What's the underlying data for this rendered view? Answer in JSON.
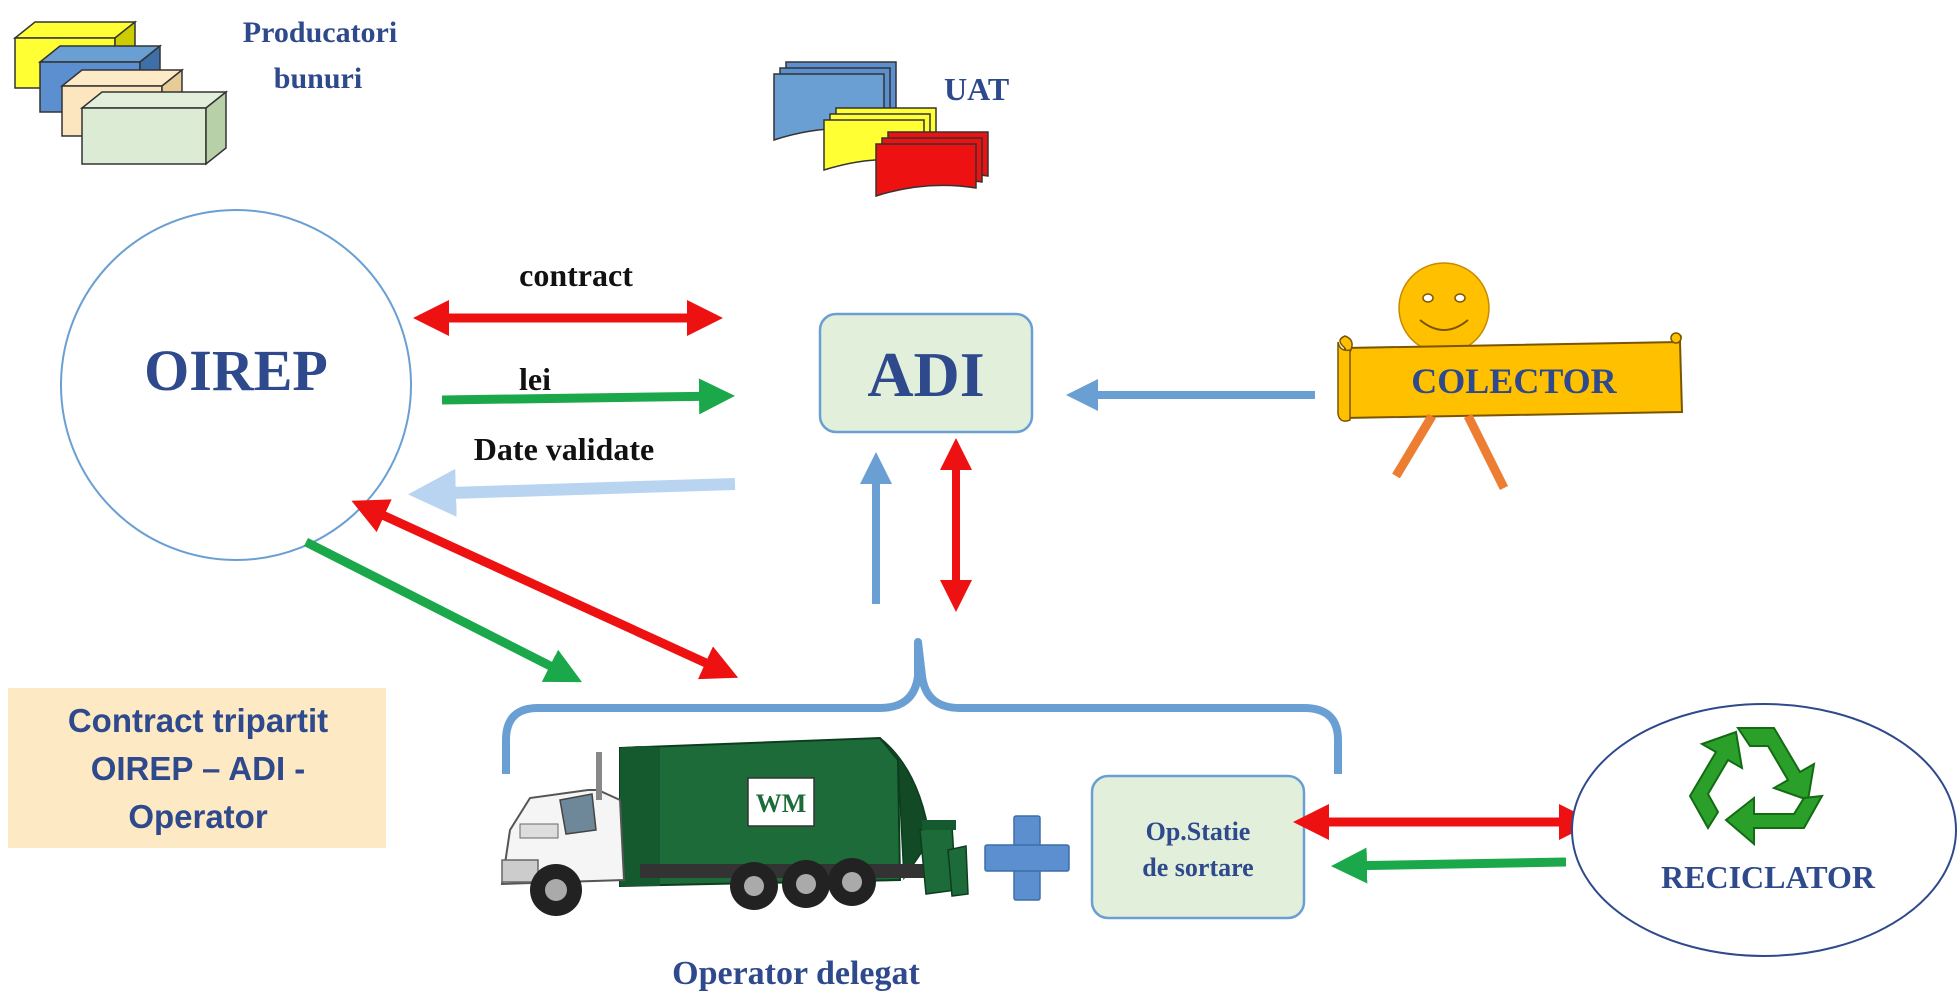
{
  "labels": {
    "producers_line1": "Producatori",
    "producers_line2": "bunuri",
    "uat": "UAT",
    "oirep": "OIREP",
    "adi": "ADI",
    "colector": "COLECTOR",
    "contract": "contract",
    "lei": "lei",
    "date_validate": "Date validate",
    "tripartite_line1": "Contract tripartit",
    "tripartite_line2": "OIREP – ADI -",
    "tripartite_line3": "Operator",
    "sorting_line1": "Op.Statie",
    "sorting_line2": "de sortare",
    "reciclator": "RECICLATOR",
    "operator_delegat": "Operator delegat",
    "truck_logo": "WM"
  },
  "colors": {
    "title_blue": "#2e4a8c",
    "red_arrow": "#ee1111",
    "green_arrow": "#1aa84a",
    "blue_arrow": "#6a9fd4",
    "light_blue_arrow": "#b8d4f0",
    "box_fill": "#e2efdb",
    "box_stroke": "#6a9fd4",
    "colector_fill": "#ffc000",
    "tripartite_bg": "#fde9c4",
    "tripartite_text": "#2e4a8c",
    "smiley": "#ffc000",
    "legs": "#ed7d31",
    "recycle_green": "#2aa02a"
  },
  "icons": {
    "producers": "stacked-boxes-icon",
    "uat": "stacked-documents-icon",
    "colector": "smiley-person-icon",
    "truck": "garbage-truck-icon",
    "plus": "plus-icon",
    "recycle": "recycle-icon"
  }
}
